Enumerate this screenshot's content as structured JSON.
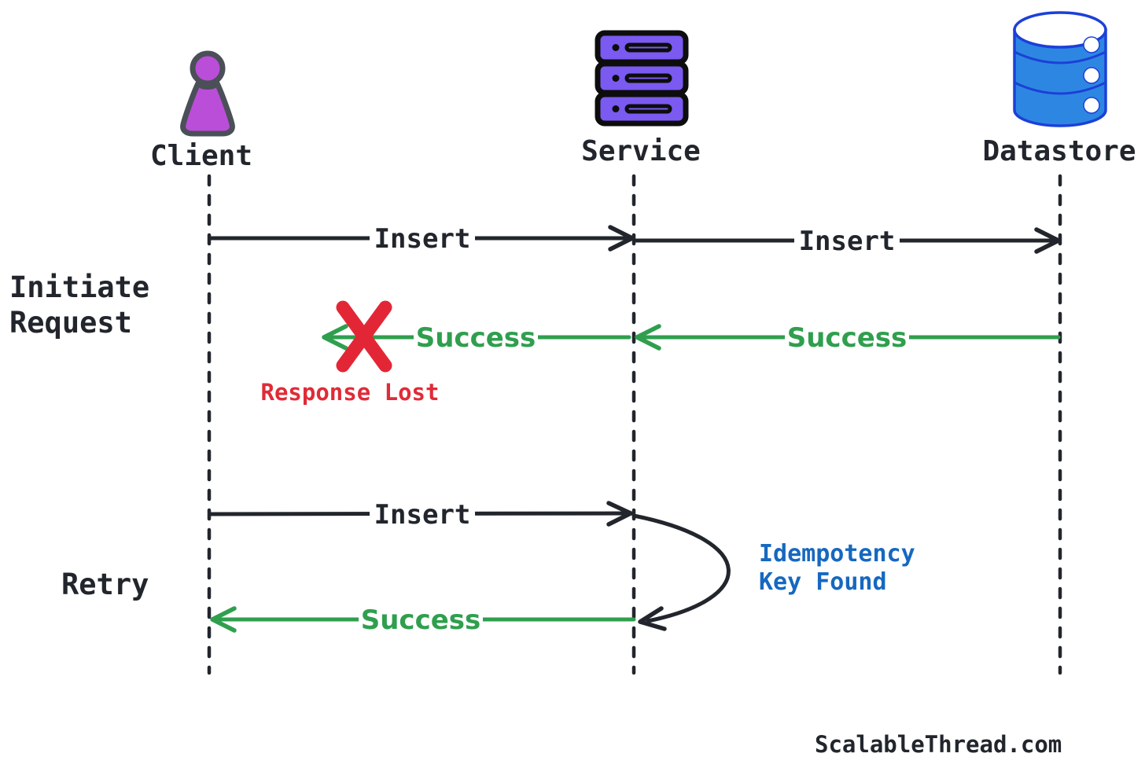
{
  "page": {
    "background": "#ffffff",
    "watermark": "ScalableThread.com"
  },
  "diagram": {
    "type": "sequence-diagram",
    "actors": [
      {
        "label": "Client",
        "icon": "person-icon",
        "color": "#bb4ed8"
      },
      {
        "label": "Service",
        "icon": "server-icon",
        "color": "#7a5af0"
      },
      {
        "label": "Datastore",
        "icon": "database-icon",
        "color": "#2d87e2"
      }
    ],
    "phases": [
      {
        "line1": "Initiate",
        "line2": "Request"
      },
      {
        "line1": "Retry",
        "line2": ""
      }
    ],
    "messages": [
      {
        "label": "Insert",
        "from": "Client",
        "to": "Service",
        "type": "request"
      },
      {
        "label": "Insert",
        "from": "Service",
        "to": "Datastore",
        "type": "request"
      },
      {
        "label": "Success",
        "from": "Datastore",
        "to": "Service",
        "type": "response"
      },
      {
        "label": "Success",
        "from": "Service",
        "to": "Client",
        "type": "response",
        "status": "lost"
      },
      {
        "label": "Insert",
        "from": "Client",
        "to": "Service",
        "type": "request"
      },
      {
        "label": "Success",
        "from": "Service",
        "to": "Client",
        "type": "response"
      }
    ],
    "annotations": {
      "response_lost": "Response Lost",
      "idempotency_line1": "Idempotency",
      "idempotency_line2": "Key Found"
    },
    "colors": {
      "line_black": "#22262c",
      "success_green": "#2f9f4e",
      "error_red": "#e32636",
      "note_blue": "#1668c0",
      "client_fill": "#bb4ed8",
      "client_stroke": "#4b4f58",
      "service_fill": "#7a5af0",
      "service_stroke": "#0d0d0d",
      "datastore_fill": "#2d87e2",
      "datastore_stroke": "#1c40d8"
    }
  }
}
